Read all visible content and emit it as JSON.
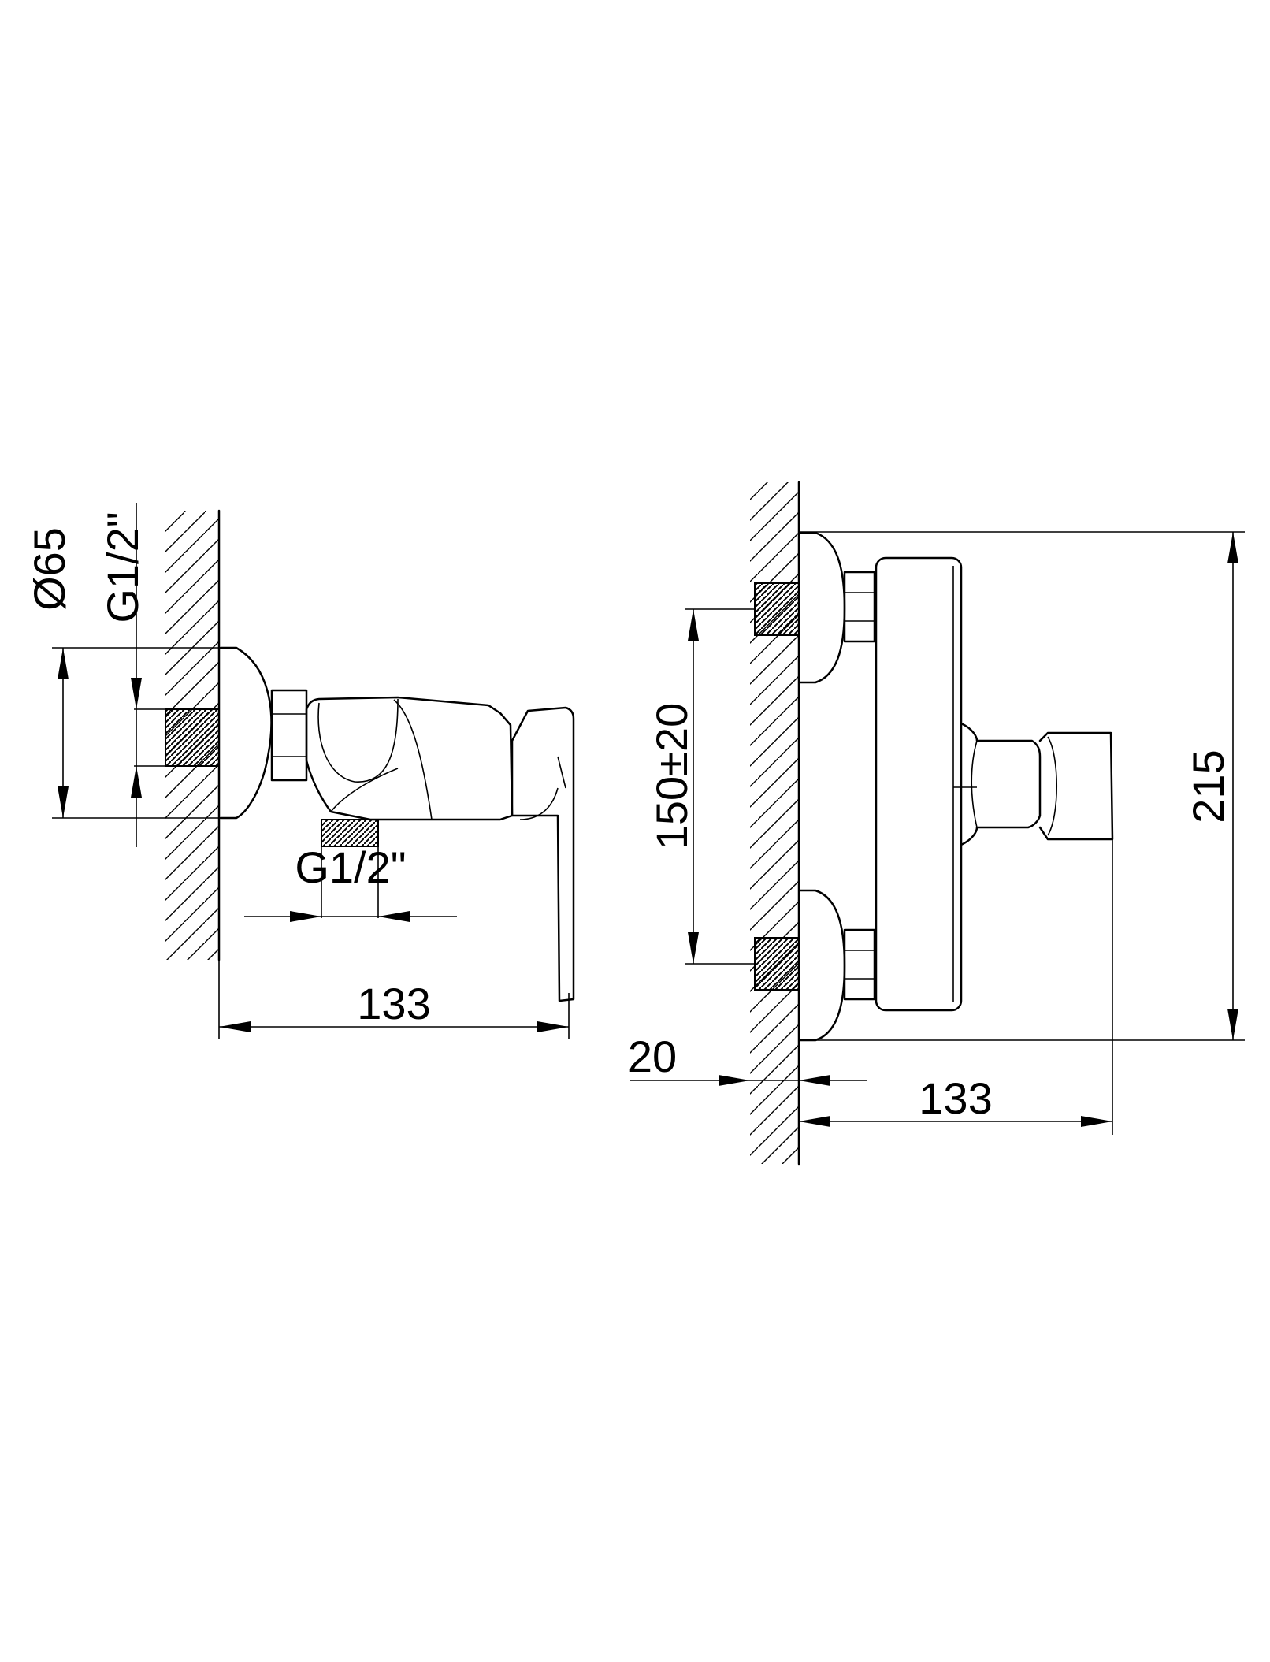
{
  "side_view": {
    "dia_label": "Ø65",
    "thread_wall_label": "G1/2\"",
    "thread_outlet_label": "G1/2\"",
    "length_label": "133"
  },
  "front_view": {
    "height_label": "215",
    "centers_label": "150±20",
    "offset_label": "20",
    "depth_label": "133"
  },
  "colors": {
    "line": "#000000",
    "background": "#ffffff"
  }
}
